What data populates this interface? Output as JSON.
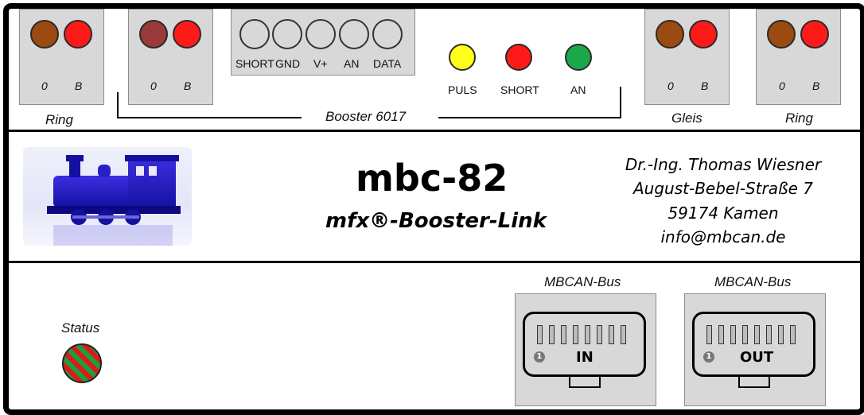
{
  "top": {
    "ring_left": {
      "label": "Ring",
      "led_o": "0",
      "led_b": "B",
      "color_o": "#9b4a10",
      "color_b": "#ff1a1a"
    },
    "booster_box": {
      "led_o": "0",
      "led_b": "B",
      "color_o": "#9b3a3a",
      "color_b": "#ff1a1a"
    },
    "terminal": {
      "pins": [
        "SHORT",
        "GND",
        "V+",
        "AN",
        "DATA"
      ]
    },
    "indicators": [
      {
        "label": "PULS",
        "color": "#ffff1a"
      },
      {
        "label": "SHORT",
        "color": "#ff1a1a"
      },
      {
        "label": "AN",
        "color": "#1aa84a"
      }
    ],
    "booster_label": "Booster 6017",
    "gleis": {
      "label": "Gleis",
      "led_o": "0",
      "led_b": "B",
      "color_o": "#9b4a10",
      "color_b": "#ff1a1a"
    },
    "ring_right": {
      "label": "Ring",
      "led_o": "0",
      "led_b": "B",
      "color_o": "#9b4a10",
      "color_b": "#ff1a1a"
    }
  },
  "middle": {
    "title": "mbc-82",
    "subtitle": "mfx®-Booster-Link",
    "address": [
      "Dr.-Ing. Thomas Wiesner",
      "August-Bebel-Straße 7",
      "59174 Kamen",
      "info@mbcan.de"
    ]
  },
  "bottom": {
    "status_label": "Status",
    "bus_in": {
      "label": "MBCAN-Bus",
      "text": "IN",
      "pin1": "1"
    },
    "bus_out": {
      "label": "MBCAN-Bus",
      "text": "OUT",
      "pin1": "1"
    }
  }
}
